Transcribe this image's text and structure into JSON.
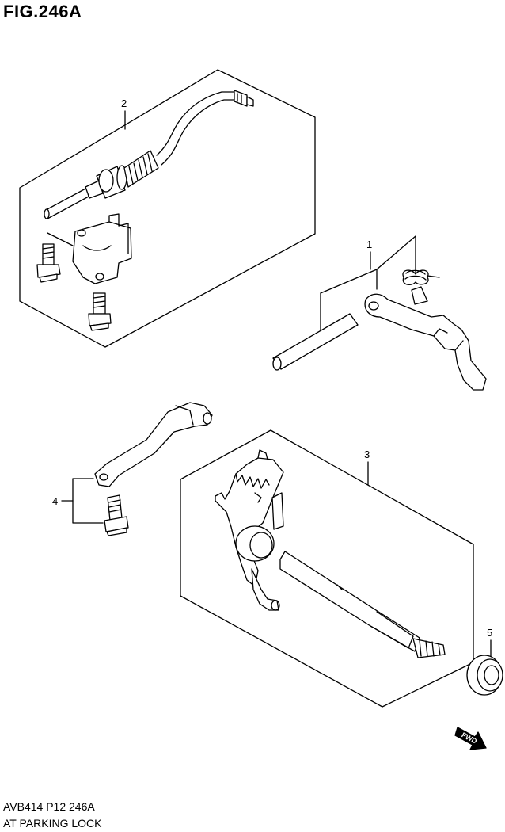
{
  "figure": {
    "title": "FIG.246A"
  },
  "callouts": [
    "1",
    "2",
    "3",
    "4",
    "5"
  ],
  "fwd_label": "FWD",
  "footer": {
    "code": "AVB414 P12 246A",
    "caption": "AT PARKING LOCK"
  }
}
